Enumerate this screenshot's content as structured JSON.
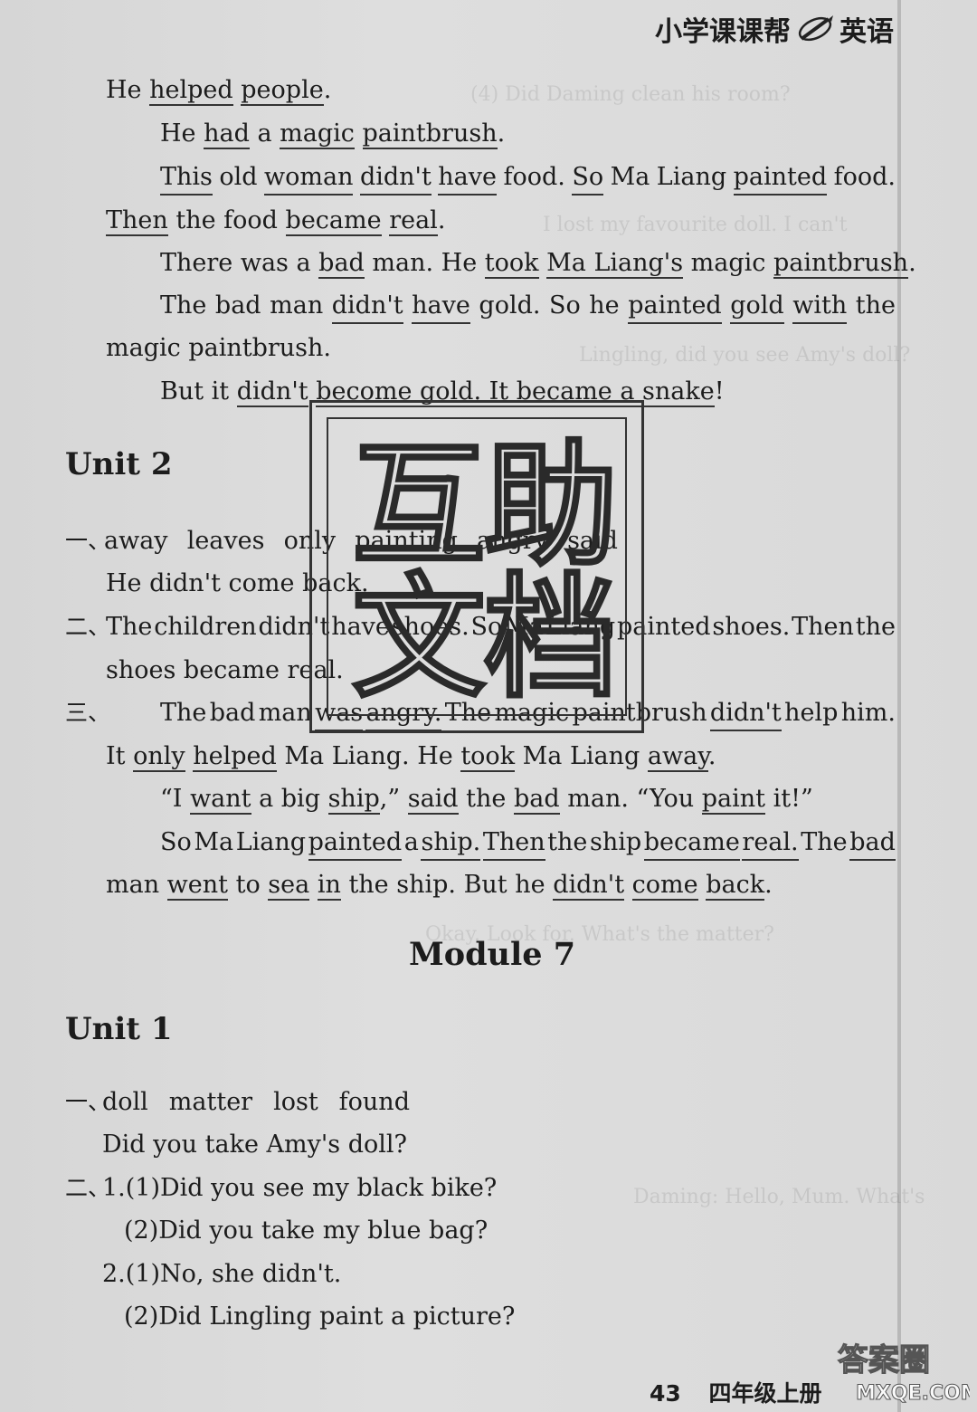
{
  "header": {
    "brand_left": "小学课课帮",
    "brand_right": "英语"
  },
  "module6_unit1_passage": {
    "l1": [
      "He ",
      "helped",
      " ",
      "people",
      "."
    ],
    "l2": [
      "He ",
      "had",
      " a ",
      "magic",
      " ",
      "paintbrush",
      "."
    ],
    "l3": [
      "This",
      "old",
      "woman",
      "didn't",
      "have",
      "food.",
      "So",
      "Ma",
      "Liang",
      "painted",
      "food."
    ],
    "l4": [
      "Then",
      " the food ",
      "became",
      " ",
      "real",
      "."
    ],
    "l5": [
      "There was a ",
      "bad",
      " man. He ",
      "took",
      " ",
      "Ma Liang's",
      " magic ",
      "paintbrush",
      "."
    ],
    "l6": [
      "The",
      "bad",
      "man",
      "didn't",
      "have",
      "gold.",
      "So",
      "he",
      "painted",
      "gold",
      "with",
      "the"
    ],
    "l7": "magic paintbrush.",
    "l8": [
      "But it ",
      "didn't",
      " ",
      "become gold. It became a snake",
      "!"
    ]
  },
  "unit2": {
    "heading": "Unit 2",
    "s1_label": "一、",
    "s1_words": [
      "away",
      "leaves",
      "only",
      "painting",
      "angry",
      "said"
    ],
    "s1_sentence": "He didn't come back.",
    "s2_label": "二、",
    "s2_l1": [
      "The",
      "children",
      "didn't",
      "have",
      "shoes.",
      "So",
      "Ma",
      "Liang",
      "painted",
      "shoes.",
      "Then",
      "the"
    ],
    "s2_l2": "shoes became real.",
    "s3_label": "三、",
    "s3_l1": [
      "The",
      "bad",
      "man",
      "was",
      "angry.",
      "The",
      "magic",
      "paintbrush",
      "didn't",
      "help",
      "him."
    ],
    "s3_l2": [
      "It ",
      "only",
      " ",
      "helped",
      " Ma Liang. He ",
      "took",
      " Ma Liang ",
      "away",
      "."
    ],
    "s3_l3": [
      "“I ",
      "want",
      " a big ",
      "ship",
      ",” ",
      "said",
      " the ",
      "bad",
      " man. “You ",
      "paint",
      " it!”"
    ],
    "s3_l4": [
      "So",
      "Ma",
      "Liang",
      "painted",
      "a",
      "ship.",
      "Then",
      "the",
      "ship",
      "became",
      "real.",
      "The",
      "bad"
    ],
    "s3_l5": [
      "man ",
      "went",
      " to ",
      "sea",
      " ",
      "in",
      " the ship. But he ",
      "didn't",
      " ",
      "come",
      " ",
      "back",
      "."
    ]
  },
  "module7": {
    "title": "Module 7",
    "unit1_heading": "Unit 1",
    "s1_label": "一、",
    "s1_words": [
      "doll",
      "matter",
      "lost",
      "found"
    ],
    "s1_sentence": "Did you take Amy's doll?",
    "s2_label": "二、",
    "s2_q1": "1.(1)Did you see my black bike?",
    "s2_q1b": "(2)Did you take my blue bag?",
    "s2_q2": "2.(1)No, she didn't.",
    "s2_q2b": "(2)Did Lingling paint a picture?"
  },
  "stamp": {
    "chars": [
      "互",
      "助",
      "文",
      "档"
    ]
  },
  "footer": {
    "page_number": "43",
    "grade": "四年级上册"
  },
  "watermark": {
    "text": "答案圈 MXQE.COM"
  }
}
